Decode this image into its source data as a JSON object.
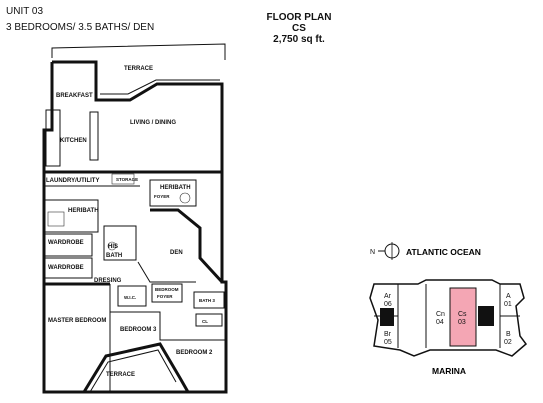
{
  "header": {
    "unit": "UNIT 03",
    "beds_baths": "3 BEDROOMS/ 3.5 BATHS/ DEN",
    "plan_title": "FLOOR PLAN",
    "plan_code": "CS",
    "plan_area": "2,750 sq ft."
  },
  "rooms": {
    "terrace_top": "TERRACE",
    "breakfast": "BREAKFAST",
    "living_dining": "LIVING / DINING",
    "kitchen": "KITCHEN",
    "laundry_utility": "LAUNDRY/UTILITY",
    "storage": "STORAGE",
    "heribath_right": "HERIBATH",
    "foyer": "FOYER",
    "heribath_left": "HERIBATH",
    "wardrobe_1": "WARDROBE",
    "wardrobe_2": "WARDROBE",
    "his_bath_1": "HIS",
    "his_bath_2": "BATH",
    "den": "DEN",
    "dresing": "DRESING",
    "wic": "W.I.C.",
    "bedroom_foyer_1": "BEDROOM",
    "bedroom_foyer_2": "FOYER",
    "bath3": "BATH 3",
    "cl": "CL",
    "master_bedroom": "MASTER BEDROOM",
    "bedroom3": "BEDROOM 3",
    "bedroom2": "BEDROOM 2",
    "terrace_bottom": "TERRACE"
  },
  "key_plan": {
    "north": "N",
    "ocean": "ATLANTIC OCEAN",
    "marina": "MARINA",
    "units": [
      {
        "code": "Ar",
        "num": "06"
      },
      {
        "code": "Br",
        "num": "05"
      },
      {
        "code": "Cn",
        "num": "04"
      },
      {
        "code": "Cs",
        "num": "03"
      },
      {
        "code": "A",
        "num": "01"
      },
      {
        "code": "B",
        "num": "02"
      }
    ],
    "colors": {
      "highlight": "#f4a6b4",
      "building": "#ffffff",
      "core": "#111111"
    }
  }
}
